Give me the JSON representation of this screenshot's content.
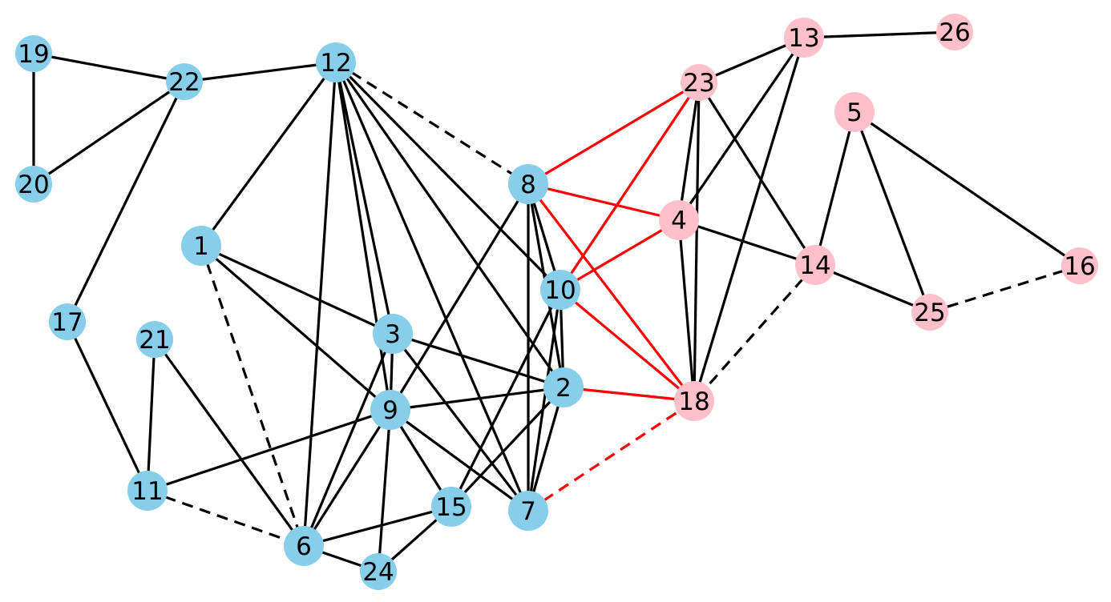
{
  "colors": {
    "blue": "#87CEEB",
    "pink": "#FFC0CB",
    "black": "#000000",
    "red": "#FF0000"
  },
  "nodes": [
    {
      "id": "1",
      "label": "1",
      "color": "blue",
      "size": "large"
    },
    {
      "id": "2",
      "label": "2",
      "color": "blue",
      "size": "large"
    },
    {
      "id": "3",
      "label": "3",
      "color": "blue",
      "size": "large"
    },
    {
      "id": "4",
      "label": "4",
      "color": "pink",
      "size": "large"
    },
    {
      "id": "5",
      "label": "5",
      "color": "pink",
      "size": "large"
    },
    {
      "id": "6",
      "label": "6",
      "color": "blue",
      "size": "large"
    },
    {
      "id": "7",
      "label": "7",
      "color": "blue",
      "size": "large"
    },
    {
      "id": "8",
      "label": "8",
      "color": "blue",
      "size": "large"
    },
    {
      "id": "9",
      "label": "9",
      "color": "blue",
      "size": "large"
    },
    {
      "id": "10",
      "label": "10",
      "color": "blue",
      "size": "large"
    },
    {
      "id": "11",
      "label": "11",
      "color": "blue",
      "size": "large"
    },
    {
      "id": "12",
      "label": "12",
      "color": "blue",
      "size": "large"
    },
    {
      "id": "13",
      "label": "13",
      "color": "pink",
      "size": "large"
    },
    {
      "id": "14",
      "label": "14",
      "color": "pink",
      "size": "large"
    },
    {
      "id": "15",
      "label": "15",
      "color": "blue",
      "size": "large"
    },
    {
      "id": "16",
      "label": "16",
      "color": "pink",
      "size": "small"
    },
    {
      "id": "17",
      "label": "17",
      "color": "blue",
      "size": "small"
    },
    {
      "id": "18",
      "label": "18",
      "color": "pink",
      "size": "large"
    },
    {
      "id": "19",
      "label": "19",
      "color": "blue",
      "size": "small"
    },
    {
      "id": "20",
      "label": "20",
      "color": "blue",
      "size": "small"
    },
    {
      "id": "21",
      "label": "21",
      "color": "blue",
      "size": "small"
    },
    {
      "id": "22",
      "label": "22",
      "color": "blue",
      "size": "small"
    },
    {
      "id": "23",
      "label": "23",
      "color": "pink",
      "size": "small"
    },
    {
      "id": "24",
      "label": "24",
      "color": "blue",
      "size": "small"
    },
    {
      "id": "25",
      "label": "25",
      "color": "pink",
      "size": "small"
    },
    {
      "id": "26",
      "label": "26",
      "color": "pink",
      "size": "small"
    }
  ],
  "edges": [
    {
      "source": "19",
      "target": "22",
      "color": "black",
      "style": "solid"
    },
    {
      "source": "19",
      "target": "20",
      "color": "black",
      "style": "solid"
    },
    {
      "source": "20",
      "target": "22",
      "color": "black",
      "style": "solid"
    },
    {
      "source": "22",
      "target": "12",
      "color": "black",
      "style": "solid"
    },
    {
      "source": "22",
      "target": "17",
      "color": "black",
      "style": "solid"
    },
    {
      "source": "17",
      "target": "11",
      "color": "black",
      "style": "solid"
    },
    {
      "source": "21",
      "target": "11",
      "color": "black",
      "style": "solid"
    },
    {
      "source": "21",
      "target": "6",
      "color": "black",
      "style": "solid"
    },
    {
      "source": "11",
      "target": "9",
      "color": "black",
      "style": "solid"
    },
    {
      "source": "11",
      "target": "6",
      "color": "black",
      "style": "dashed"
    },
    {
      "source": "1",
      "target": "12",
      "color": "black",
      "style": "solid"
    },
    {
      "source": "1",
      "target": "3",
      "color": "black",
      "style": "solid"
    },
    {
      "source": "1",
      "target": "9",
      "color": "black",
      "style": "solid"
    },
    {
      "source": "1",
      "target": "6",
      "color": "black",
      "style": "dashed"
    },
    {
      "source": "12",
      "target": "8",
      "color": "black",
      "style": "dashed"
    },
    {
      "source": "12",
      "target": "6",
      "color": "black",
      "style": "solid"
    },
    {
      "source": "12",
      "target": "3",
      "color": "black",
      "style": "solid"
    },
    {
      "source": "12",
      "target": "9",
      "color": "black",
      "style": "solid"
    },
    {
      "source": "12",
      "target": "7",
      "color": "black",
      "style": "solid"
    },
    {
      "source": "12",
      "target": "2",
      "color": "black",
      "style": "solid"
    },
    {
      "source": "12",
      "target": "10",
      "color": "black",
      "style": "solid"
    },
    {
      "source": "3",
      "target": "9",
      "color": "black",
      "style": "solid"
    },
    {
      "source": "3",
      "target": "2",
      "color": "black",
      "style": "solid"
    },
    {
      "source": "3",
      "target": "7",
      "color": "black",
      "style": "solid"
    },
    {
      "source": "3",
      "target": "6",
      "color": "black",
      "style": "solid"
    },
    {
      "source": "9",
      "target": "8",
      "color": "black",
      "style": "solid"
    },
    {
      "source": "9",
      "target": "2",
      "color": "black",
      "style": "solid"
    },
    {
      "source": "9",
      "target": "6",
      "color": "black",
      "style": "solid"
    },
    {
      "source": "9",
      "target": "24",
      "color": "black",
      "style": "solid"
    },
    {
      "source": "9",
      "target": "15",
      "color": "black",
      "style": "solid"
    },
    {
      "source": "9",
      "target": "7",
      "color": "black",
      "style": "solid"
    },
    {
      "source": "6",
      "target": "15",
      "color": "black",
      "style": "solid"
    },
    {
      "source": "6",
      "target": "24",
      "color": "black",
      "style": "solid"
    },
    {
      "source": "24",
      "target": "15",
      "color": "black",
      "style": "solid"
    },
    {
      "source": "15",
      "target": "10",
      "color": "black",
      "style": "solid"
    },
    {
      "source": "15",
      "target": "2",
      "color": "black",
      "style": "solid"
    },
    {
      "source": "8",
      "target": "10",
      "color": "black",
      "style": "solid"
    },
    {
      "source": "8",
      "target": "2",
      "color": "black",
      "style": "solid"
    },
    {
      "source": "8",
      "target": "7",
      "color": "black",
      "style": "solid"
    },
    {
      "source": "10",
      "target": "2",
      "color": "black",
      "style": "solid"
    },
    {
      "source": "10",
      "target": "7",
      "color": "black",
      "style": "solid"
    },
    {
      "source": "2",
      "target": "7",
      "color": "black",
      "style": "solid"
    },
    {
      "source": "8",
      "target": "23",
      "color": "red",
      "style": "solid"
    },
    {
      "source": "8",
      "target": "4",
      "color": "red",
      "style": "solid"
    },
    {
      "source": "8",
      "target": "18",
      "color": "red",
      "style": "solid"
    },
    {
      "source": "10",
      "target": "23",
      "color": "red",
      "style": "solid"
    },
    {
      "source": "10",
      "target": "4",
      "color": "red",
      "style": "solid"
    },
    {
      "source": "10",
      "target": "18",
      "color": "red",
      "style": "solid"
    },
    {
      "source": "2",
      "target": "18",
      "color": "red",
      "style": "solid"
    },
    {
      "source": "7",
      "target": "18",
      "color": "red",
      "style": "dashed"
    },
    {
      "source": "23",
      "target": "13",
      "color": "black",
      "style": "solid"
    },
    {
      "source": "23",
      "target": "4",
      "color": "black",
      "style": "solid"
    },
    {
      "source": "23",
      "target": "18",
      "color": "black",
      "style": "solid"
    },
    {
      "source": "23",
      "target": "14",
      "color": "black",
      "style": "solid"
    },
    {
      "source": "13",
      "target": "26",
      "color": "black",
      "style": "solid"
    },
    {
      "source": "13",
      "target": "4",
      "color": "black",
      "style": "solid"
    },
    {
      "source": "13",
      "target": "18",
      "color": "black",
      "style": "solid"
    },
    {
      "source": "4",
      "target": "18",
      "color": "black",
      "style": "solid"
    },
    {
      "source": "4",
      "target": "14",
      "color": "black",
      "style": "solid"
    },
    {
      "source": "14",
      "target": "18",
      "color": "black",
      "style": "dashed"
    },
    {
      "source": "14",
      "target": "5",
      "color": "black",
      "style": "solid"
    },
    {
      "source": "14",
      "target": "25",
      "color": "black",
      "style": "solid"
    },
    {
      "source": "5",
      "target": "25",
      "color": "black",
      "style": "solid"
    },
    {
      "source": "5",
      "target": "16",
      "color": "black",
      "style": "solid"
    },
    {
      "source": "25",
      "target": "16",
      "color": "black",
      "style": "dashed"
    }
  ]
}
